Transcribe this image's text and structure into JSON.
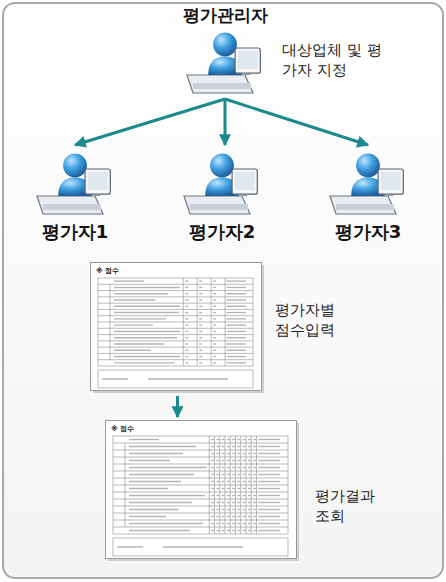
{
  "diagram": {
    "nodes": [
      {
        "text": [
          "평가관리자",
          "대상업체 및 평가자 지정"
        ]
      },
      {
        "text": [
          "평가자1"
        ]
      },
      {
        "text": [
          "평가자2"
        ]
      },
      {
        "text": [
          "평가자3"
        ]
      },
      {
        "text": [
          "평가자별 점수입력"
        ]
      },
      {
        "text": [
          "평가결과 조회"
        ]
      }
    ],
    "edges": [
      {
        "from": 0,
        "to": 1,
        "arrow": "to"
      },
      {
        "from": 0,
        "to": 2,
        "arrow": "to"
      },
      {
        "from": 0,
        "to": 3,
        "arrow": "to"
      },
      {
        "from": 4,
        "to": 5,
        "arrow": "to"
      }
    ],
    "labels": [
      "※ 점수",
      "※ 점수"
    ]
  }
}
